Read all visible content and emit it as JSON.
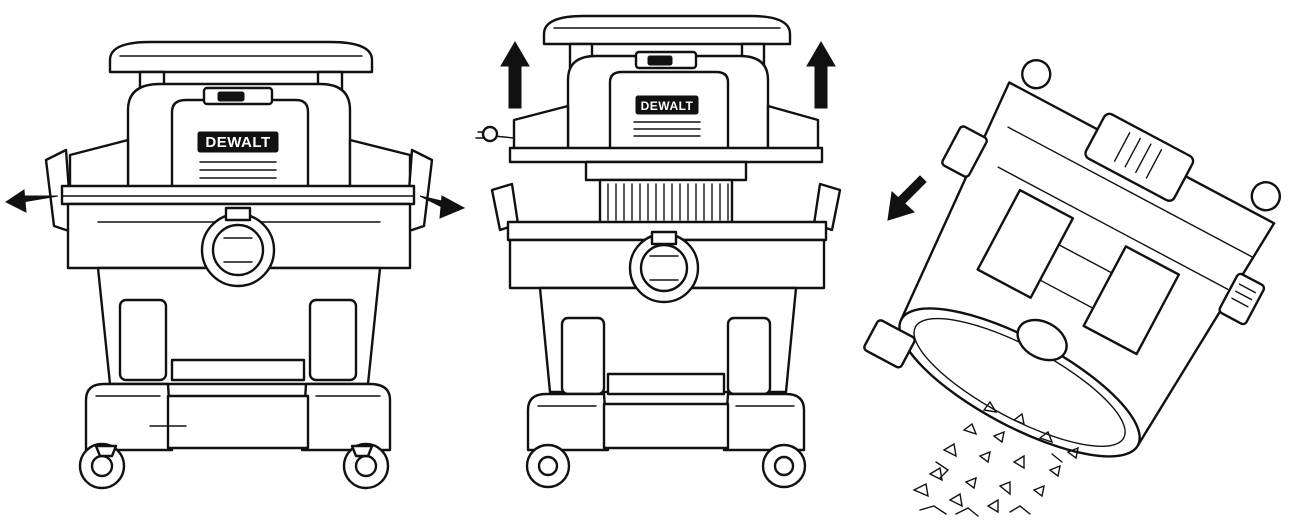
{
  "figure": {
    "panels": [
      {
        "id": "latches-open",
        "logo_text": "DEWALT",
        "arrow_icons": [
          "arrow-left-icon",
          "arrow-right-icon"
        ]
      },
      {
        "id": "powerhead-lift",
        "logo_text": "DEWALT",
        "arrow_icons": [
          "arrow-up-icon",
          "arrow-up-icon"
        ]
      },
      {
        "id": "drum-empty",
        "logo_text": "",
        "arrow_icons": [
          "arrow-down-left-icon"
        ]
      }
    ],
    "colors": {
      "line": "#111111",
      "background": "#ffffff"
    }
  }
}
